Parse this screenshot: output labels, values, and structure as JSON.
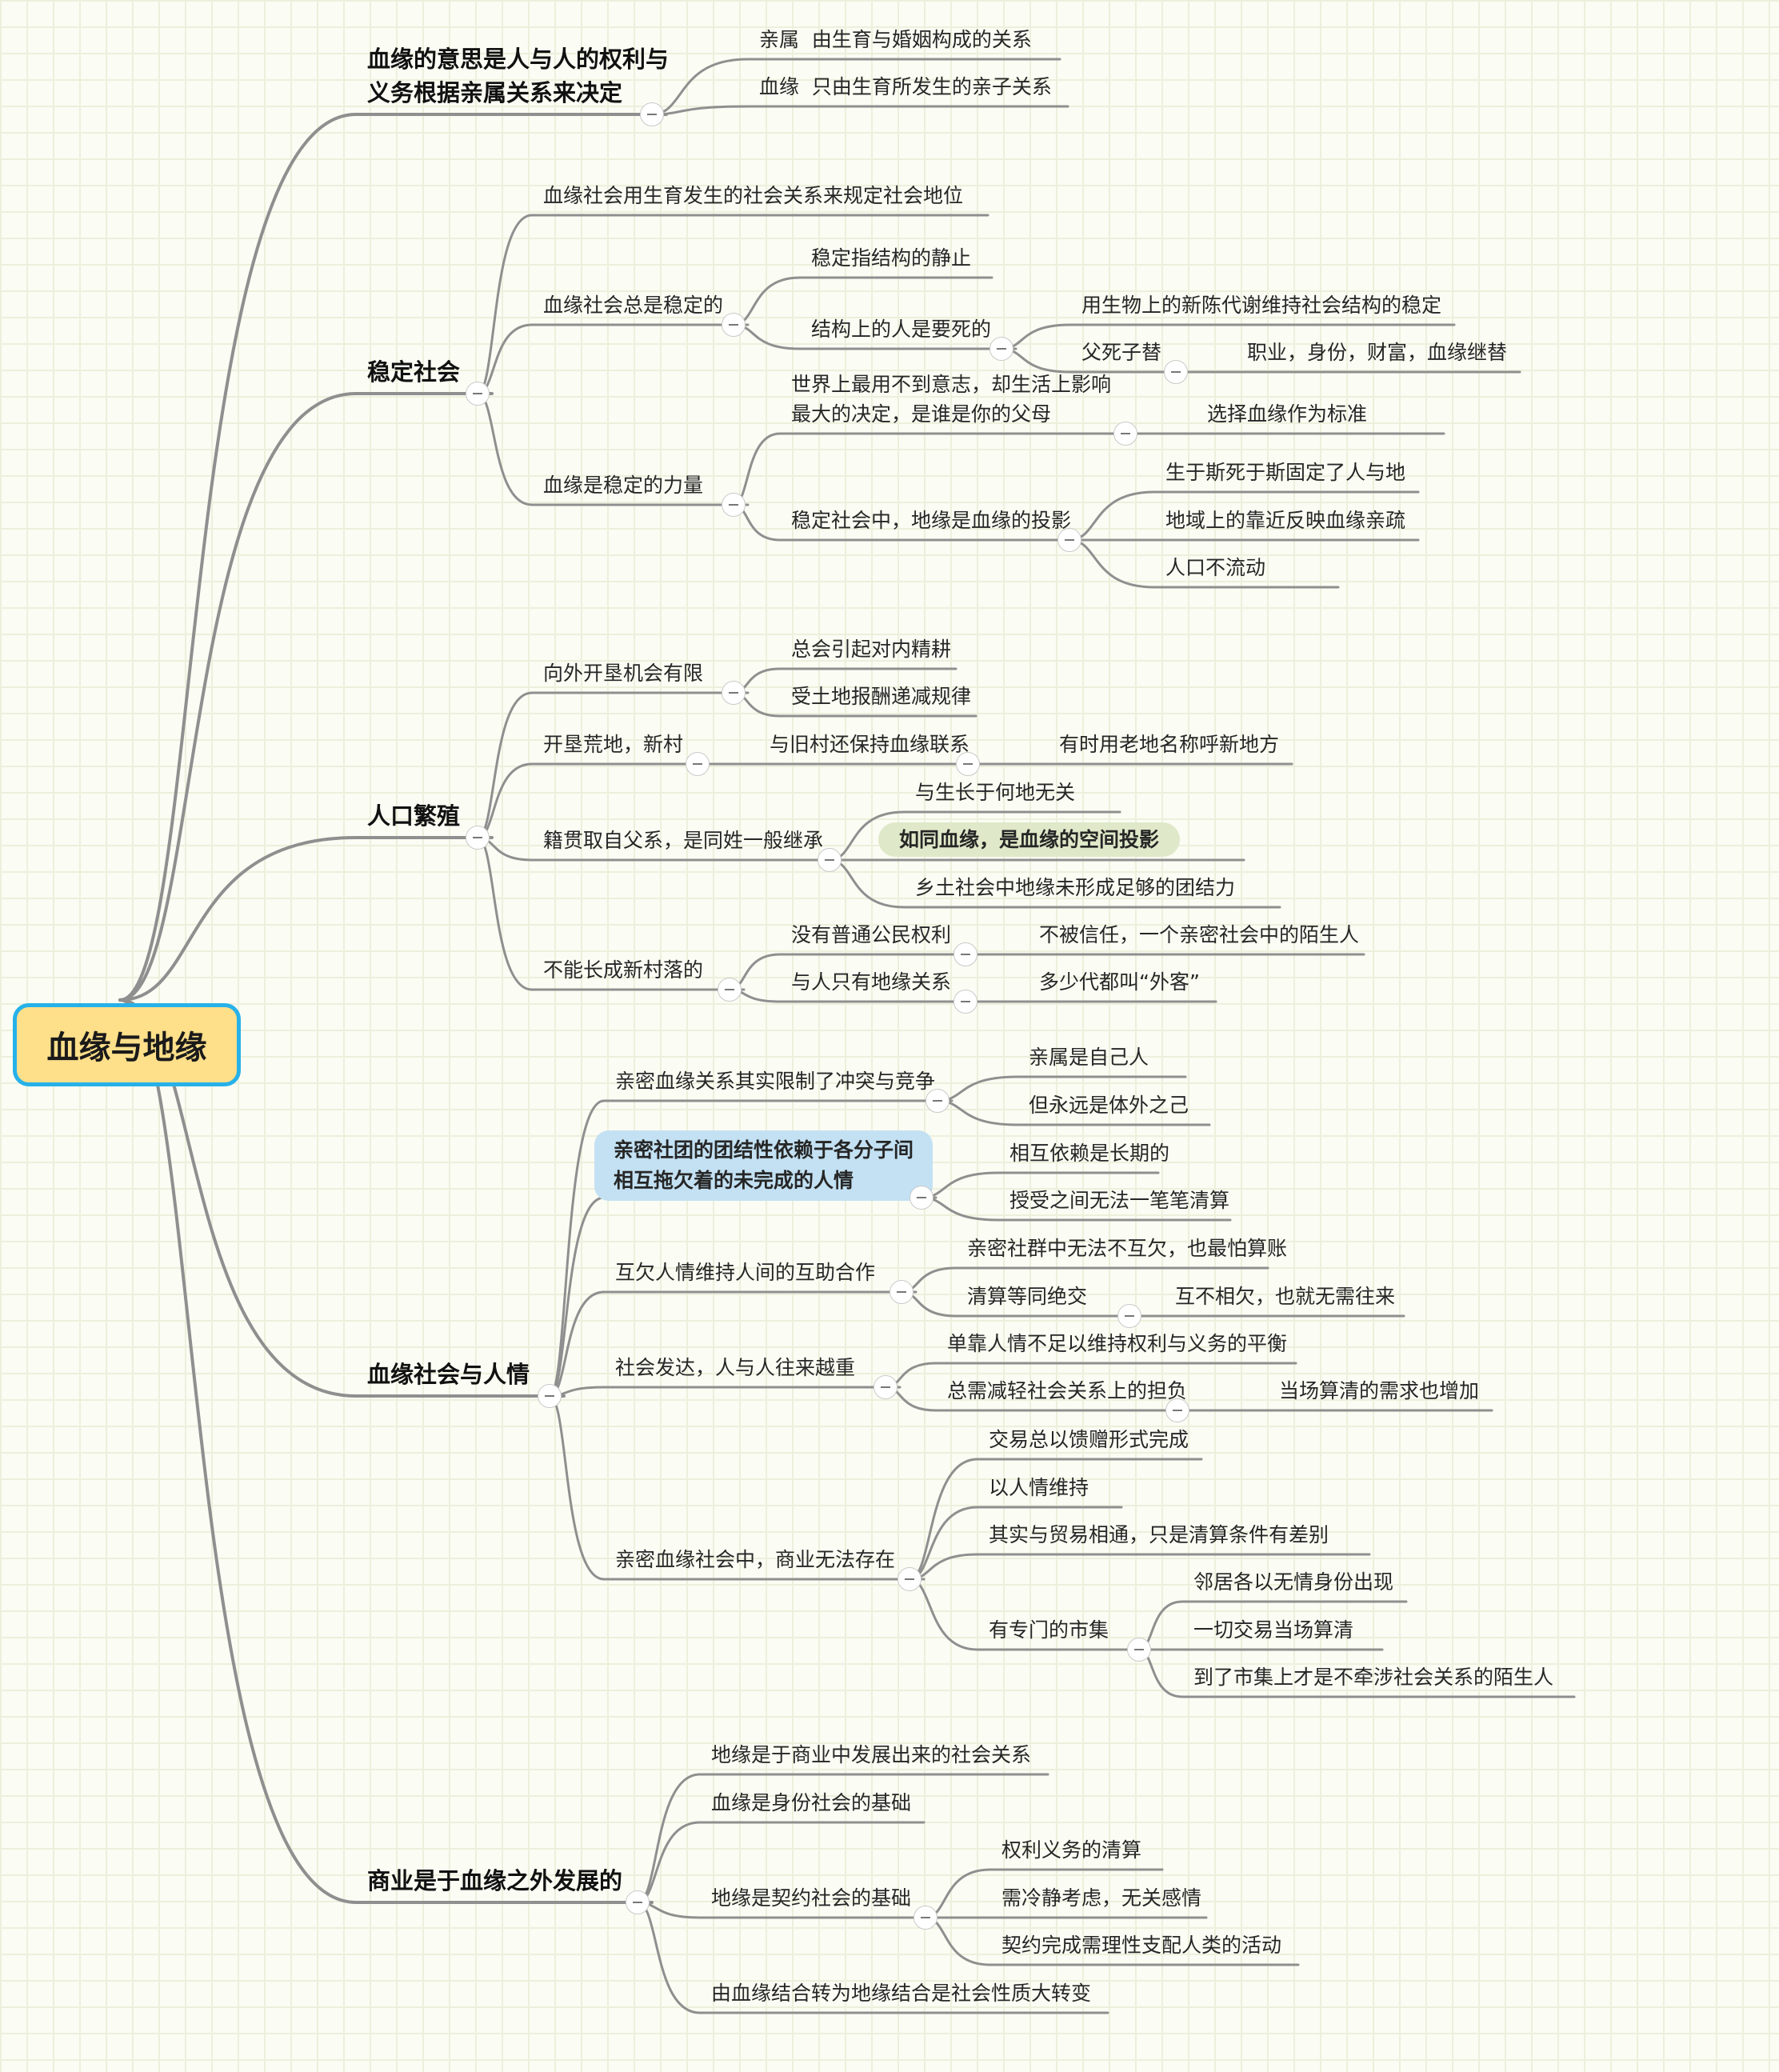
{
  "root": {
    "label": "血缘与地缘"
  },
  "branches": [
    {
      "label": "血缘的意思是人与人的权利与\n义务根据亲属关系来决定",
      "children": [
        {
          "label": "亲属  由生育与婚姻构成的关系"
        },
        {
          "label": "血缘  只由生育所发生的亲子关系"
        }
      ]
    },
    {
      "label": "稳定社会",
      "children": [
        {
          "label": "血缘社会用生育发生的社会关系来规定社会地位"
        },
        {
          "label": "血缘社会总是稳定的",
          "children": [
            {
              "label": "稳定指结构的静止"
            },
            {
              "label": "结构上的人是要死的",
              "children": [
                {
                  "label": "用生物上的新陈代谢维持社会结构的稳定"
                },
                {
                  "label": "父死子替",
                  "children": [
                    {
                      "label": "职业，身份，财富，血缘继替"
                    }
                  ]
                }
              ]
            }
          ]
        },
        {
          "label": "血缘是稳定的力量",
          "children": [
            {
              "label": "世界上最用不到意志，却生活上影响\n最大的决定，是谁是你的父母",
              "children": [
                {
                  "label": "选择血缘作为标准"
                }
              ]
            },
            {
              "label": "稳定社会中，地缘是血缘的投影",
              "children": [
                {
                  "label": "生于斯死于斯固定了人与地"
                },
                {
                  "label": "地域上的靠近反映血缘亲疏"
                },
                {
                  "label": "人口不流动"
                }
              ]
            }
          ]
        }
      ]
    },
    {
      "label": "人口繁殖",
      "children": [
        {
          "label": "向外开垦机会有限",
          "children": [
            {
              "label": "总会引起对内精耕"
            },
            {
              "label": "受土地报酬递减规律"
            }
          ]
        },
        {
          "label": "开垦荒地，新村",
          "children": [
            {
              "label": "与旧村还保持血缘联系",
              "children": [
                {
                  "label": "有时用老地名称呼新地方"
                }
              ]
            }
          ]
        },
        {
          "label": "籍贯取自父系，是同姓一般继承",
          "children": [
            {
              "label": "与生长于何地无关"
            },
            {
              "label": "如同血缘，是血缘的空间投影"
            },
            {
              "label": "乡土社会中地缘未形成足够的团结力"
            }
          ]
        },
        {
          "label": "不能长成新村落的",
          "children": [
            {
              "label": "没有普通公民权利",
              "children": [
                {
                  "label": "不被信任，一个亲密社会中的陌生人"
                }
              ]
            },
            {
              "label": "与人只有地缘关系",
              "children": [
                {
                  "label": "多少代都叫“外客”"
                }
              ]
            }
          ]
        }
      ]
    },
    {
      "label": "血缘社会与人情",
      "children": [
        {
          "label": "亲密血缘关系其实限制了冲突与竞争",
          "children": [
            {
              "label": "亲属是自己人"
            },
            {
              "label": "但永远是体外之己"
            }
          ]
        },
        {
          "label": "亲密社团的团结性依赖于各分子间\n相互拖欠着的未完成的人情",
          "children": [
            {
              "label": "相互依赖是长期的"
            },
            {
              "label": "授受之间无法一笔笔清算"
            }
          ]
        },
        {
          "label": "互欠人情维持人间的互助合作",
          "children": [
            {
              "label": "亲密社群中无法不互欠，也最怕算账"
            },
            {
              "label": "清算等同绝交",
              "children": [
                {
                  "label": "互不相欠，也就无需往来"
                }
              ]
            }
          ]
        },
        {
          "label": "社会发达，人与人往来越重",
          "children": [
            {
              "label": "单靠人情不足以维持权利与义务的平衡"
            },
            {
              "label": "总需减轻社会关系上的担负",
              "children": [
                {
                  "label": "当场算清的需求也增加"
                }
              ]
            }
          ]
        },
        {
          "label": "亲密血缘社会中，商业无法存在",
          "children": [
            {
              "label": "交易总以馈赠形式完成"
            },
            {
              "label": "以人情维持"
            },
            {
              "label": "其实与贸易相通，只是清算条件有差别"
            },
            {
              "label": "有专门的市集",
              "children": [
                {
                  "label": "邻居各以无情身份出现"
                },
                {
                  "label": "一切交易当场算清"
                },
                {
                  "label": "到了市集上才是不牵涉社会关系的陌生人"
                }
              ]
            }
          ]
        }
      ]
    },
    {
      "label": "商业是于血缘之外发展的",
      "children": [
        {
          "label": "地缘是于商业中发展出来的社会关系"
        },
        {
          "label": "血缘是身份社会的基础"
        },
        {
          "label": "地缘是契约社会的基础",
          "children": [
            {
              "label": "权利义务的清算"
            },
            {
              "label": "需冷静考虑，无关感情"
            },
            {
              "label": "契约完成需理性支配人类的活动"
            }
          ]
        },
        {
          "label": "由血缘结合转为地缘结合是社会性质大转变"
        }
      ]
    }
  ]
}
